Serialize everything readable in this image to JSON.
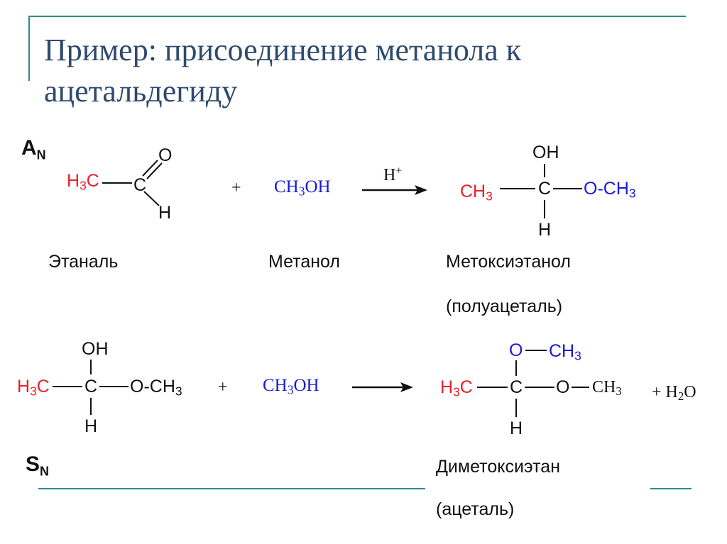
{
  "slide": {
    "title_line1": "Пример: присоединение метанола к",
    "title_line2": "ацетальдегиду",
    "accent_color": "#2e8a8a",
    "title_color": "#2e4a6e"
  },
  "reaction1": {
    "mechanism": {
      "main": "A",
      "sub": "N"
    },
    "ethanal": {
      "h3": "H",
      "h3_sub": "3",
      "c1": "C",
      "c2": "C",
      "o": "O",
      "h": "H"
    },
    "plus": "+",
    "methanol": {
      "a": "CH",
      "a_sub": "3",
      "b": "OH"
    },
    "catalyst": {
      "main": "H",
      "sup": "+"
    },
    "product": {
      "oh": "OH",
      "ch3_left": "CH",
      "ch3_left_sub": "3",
      "c": "C",
      "o": "O",
      "dash": "-",
      "ch3_right": "CH",
      "ch3_right_sub": "3",
      "h": "H"
    },
    "labels": {
      "ethanal": "Этаналь",
      "methanol": "Метанол",
      "product": "Метоксиэтанол",
      "product_note": "(полуацеталь)"
    }
  },
  "reaction2": {
    "mechanism": {
      "main": "S",
      "sub": "N"
    },
    "reactant": {
      "oh": "OH",
      "h3": "H",
      "h3_sub": "3",
      "c1": "C",
      "c2": "C",
      "o": "O",
      "dash": "-",
      "ch3": "CH",
      "ch3_sub": "3",
      "h": "H"
    },
    "plus": "+",
    "methanol": {
      "a": "CH",
      "a_sub": "3",
      "b": "OH"
    },
    "product": {
      "o_top": "O",
      "ch3_top": "CH",
      "ch3_top_sub": "3",
      "h3": "H",
      "h3_sub": "3",
      "c1": "C",
      "c2": "C",
      "o": "O",
      "ch3_right": "CH",
      "ch3_right_sub": "3",
      "h": "H"
    },
    "byproduct": {
      "plus": "+",
      "h": "H",
      "h_sub": "2",
      "o": "O"
    },
    "labels": {
      "product": "Диметоксиэтан",
      "product_note": "(ацеталь)"
    }
  }
}
